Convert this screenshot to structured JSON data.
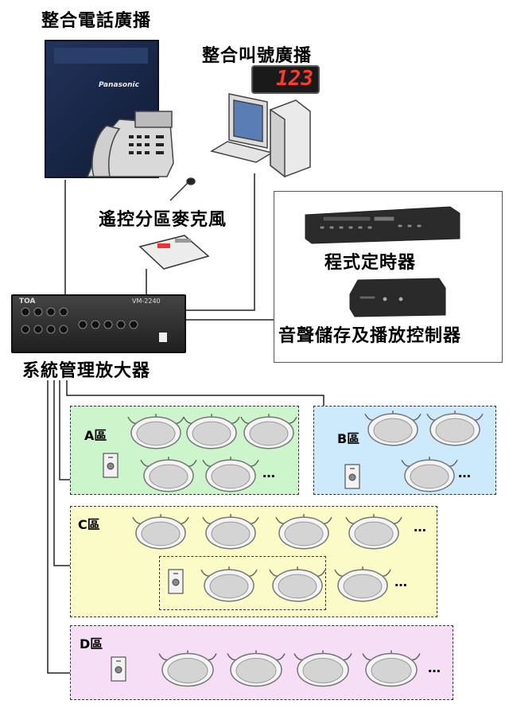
{
  "titles": {
    "phone_pbx": "整合電話廣播",
    "call_number": "整合叫號廣播",
    "remote_mic": "遙控分區麥克風",
    "program_timer": "程式定時器",
    "audio_controller": "音聲儲存及播放控制器",
    "system_amp": "系統管理放大器"
  },
  "devices": {
    "pbx_brand": "Panasonic",
    "lcd_number": "123",
    "amp_brand": "TOA",
    "amp_model": "VM-2240"
  },
  "zones": [
    {
      "label": "A區",
      "color": "#ccf5cc"
    },
    {
      "label": "B區",
      "color": "#cceafb"
    },
    {
      "label": "C區",
      "color": "#fbfbc8"
    },
    {
      "label": "D區",
      "color": "#f6dff6"
    }
  ],
  "ellipsis": "…"
}
